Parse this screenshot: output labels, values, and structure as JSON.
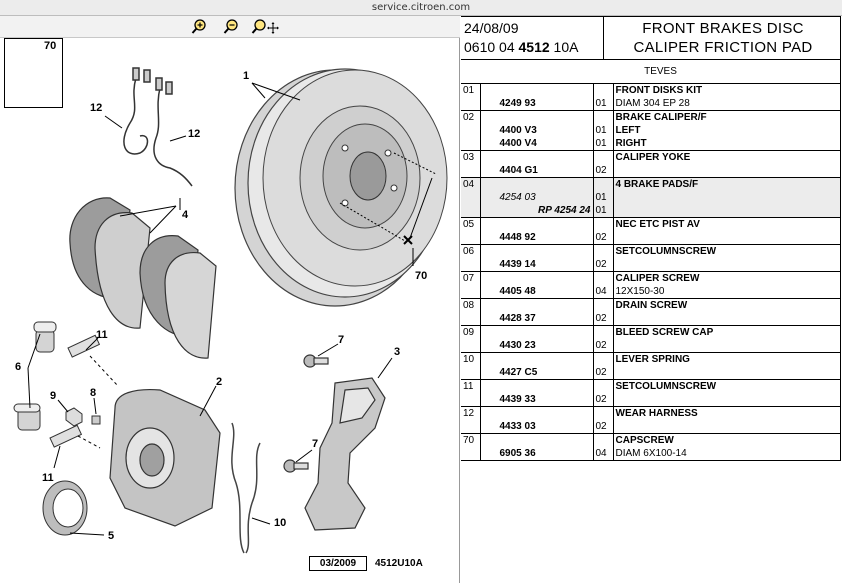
{
  "window": {
    "title": "service.citroen.com"
  },
  "toolbar": {
    "zoom_in_icon": "magnify-plus-icon",
    "zoom_out_icon": "magnify-minus-icon",
    "pan_icon": "magnify-move-icon"
  },
  "diagram": {
    "callouts": {
      "c70a": "70",
      "c1": "1",
      "c12a": "12",
      "c12b": "12",
      "c4": "4",
      "c70b": "70",
      "c11a": "11",
      "c6": "6",
      "c9": "9",
      "c8": "8",
      "c2": "2",
      "c7a": "7",
      "c3": "3",
      "c11b": "11",
      "c7b": "7",
      "c10": "10",
      "c5": "5"
    },
    "footer_date": "03/2009",
    "footer_code": "4512U10A"
  },
  "header": {
    "date": "24/08/09",
    "code_prefix": "0610 04",
    "code_bold": "4512",
    "code_suffix": "10A",
    "title_line1": "FRONT BRAKES DISC",
    "title_line2": "CALIPER FRICTION PAD",
    "brand": "TEVES"
  },
  "parts": [
    {
      "ref": "01",
      "lines": [
        {
          "num": "4249 93",
          "qty": "01",
          "desc": "FRONT DISKS KIT",
          "note": "DIAM 304 EP 28"
        }
      ]
    },
    {
      "ref": "02",
      "lines": [
        {
          "num": "4400 V3",
          "qty": "01",
          "desc": "BRAKE CALIPER/F",
          "desc2": "LEFT"
        },
        {
          "num": "4400 V4",
          "qty": "01",
          "desc2": "RIGHT"
        }
      ]
    },
    {
      "ref": "03",
      "lines": [
        {
          "num": "4404 G1",
          "qty": "02",
          "desc": "CALIPER YOKE"
        }
      ]
    },
    {
      "ref": "04",
      "highlight": true,
      "lines": [
        {
          "num_italic": "4254 03",
          "qty": "01",
          "desc": "4 BRAKE PADS/F"
        },
        {
          "num_rp": "RP 4254 24",
          "qty": "01"
        }
      ]
    },
    {
      "ref": "05",
      "lines": [
        {
          "num": "4448 92",
          "qty": "02",
          "desc": "NEC ETC PIST AV"
        }
      ]
    },
    {
      "ref": "06",
      "lines": [
        {
          "num": "4439 14",
          "qty": "02",
          "desc": "SETCOLUMNSCREW"
        }
      ]
    },
    {
      "ref": "07",
      "lines": [
        {
          "num": "4405 48",
          "qty": "04",
          "desc": "CALIPER SCREW",
          "note": "12X150-30"
        }
      ]
    },
    {
      "ref": "08",
      "lines": [
        {
          "num": "4428 37",
          "qty": "02",
          "desc": "DRAIN SCREW"
        }
      ]
    },
    {
      "ref": "09",
      "lines": [
        {
          "num": "4430 23",
          "qty": "02",
          "desc": "BLEED SCREW CAP"
        }
      ]
    },
    {
      "ref": "10",
      "lines": [
        {
          "num": "4427 C5",
          "qty": "02",
          "desc": "LEVER SPRING"
        }
      ]
    },
    {
      "ref": "11",
      "lines": [
        {
          "num": "4439 33",
          "qty": "02",
          "desc": "SETCOLUMNSCREW"
        }
      ]
    },
    {
      "ref": "12",
      "lines": [
        {
          "num": "4433 03",
          "qty": "02",
          "desc": "WEAR HARNESS"
        }
      ]
    },
    {
      "ref": "70",
      "lines": [
        {
          "num": "6905 36",
          "qty": "04",
          "desc": "CAPSCREW",
          "note": "DIAM 6X100-14"
        }
      ]
    }
  ],
  "colors": {
    "highlight_row": "#ececec",
    "border": "#000000",
    "titlebar": "#ececec"
  }
}
